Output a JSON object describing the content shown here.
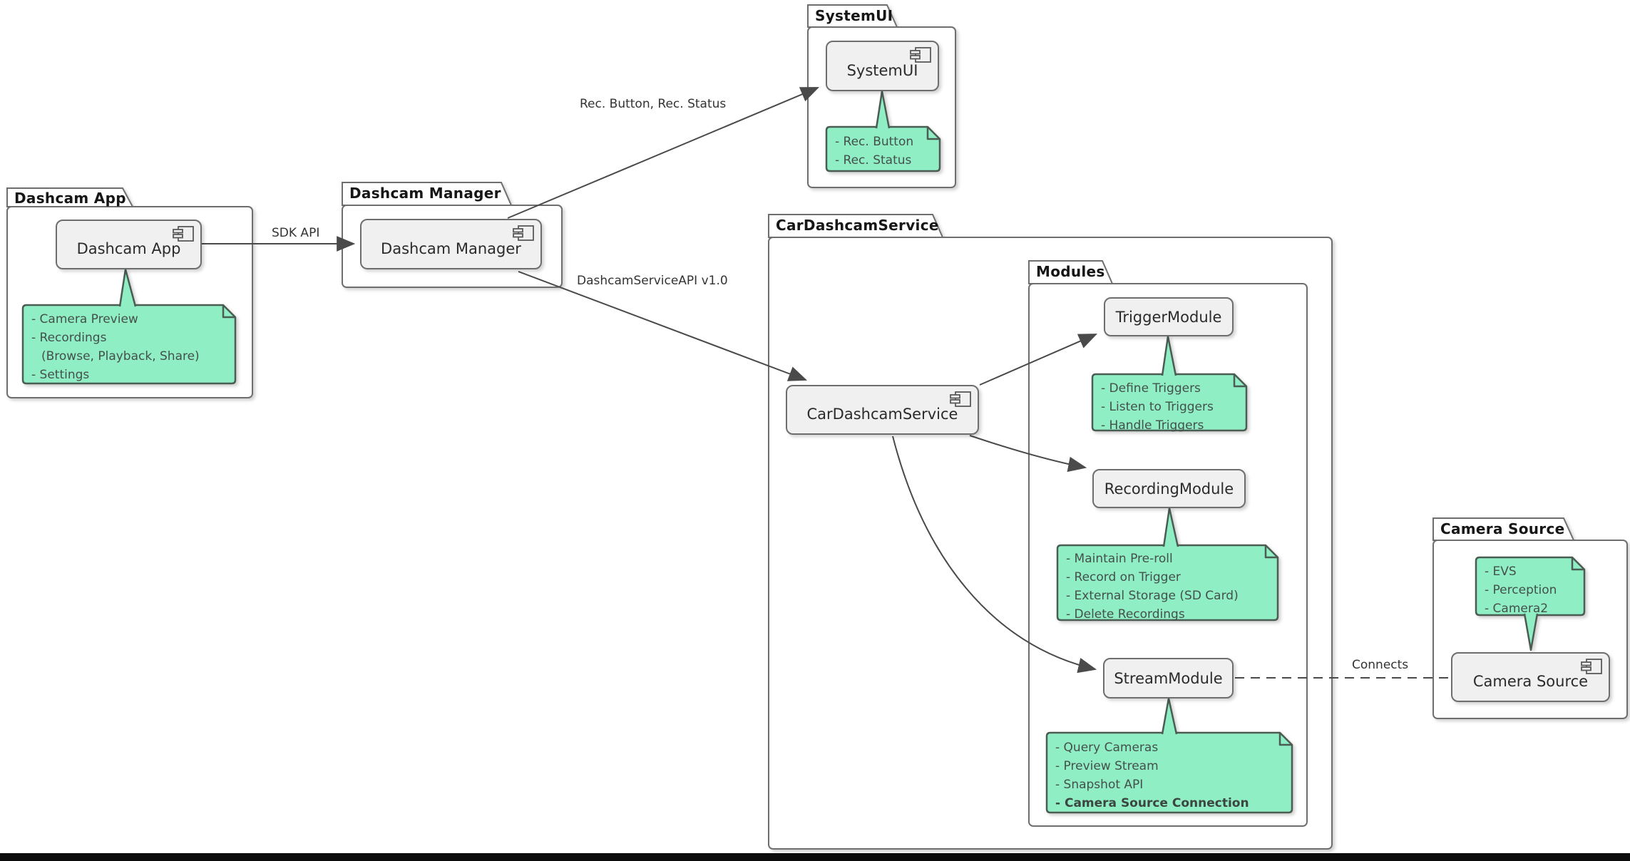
{
  "diagram_type": "uml-component-diagram",
  "colors": {
    "note_fill": "#90EEC5",
    "note_border": "#4B5B53",
    "component_fill": "#F0F0F0",
    "component_border": "#6E6E6E",
    "package_border": "#6E6E6E",
    "arrow": "#4A4A4A"
  },
  "packages": {
    "dashcam_app": {
      "title": "Dashcam App"
    },
    "dashcam_manager": {
      "title": "Dashcam Manager"
    },
    "systemui": {
      "title": "SystemUI"
    },
    "car_dashcam_service": {
      "title": "CarDashcamService"
    },
    "modules": {
      "title": "Modules"
    },
    "camera_source": {
      "title": "Camera Source"
    }
  },
  "components": {
    "dashcam_app": {
      "label": "Dashcam App"
    },
    "dashcam_manager": {
      "label": "Dashcam Manager"
    },
    "systemui": {
      "label": "SystemUI"
    },
    "car_dashcam_service": {
      "label": "CarDashcamService"
    },
    "trigger_module": {
      "label": "TriggerModule"
    },
    "recording_module": {
      "label": "RecordingModule"
    },
    "stream_module": {
      "label": "StreamModule"
    },
    "camera_source": {
      "label": "Camera Source"
    }
  },
  "notes": {
    "dashcam_app": {
      "lines": [
        "- Camera Preview",
        "- Recordings",
        "(Browse, Playback, Share)",
        "- Settings"
      ]
    },
    "systemui": {
      "lines": [
        "- Rec. Button",
        "- Rec. Status"
      ]
    },
    "trigger_module": {
      "lines": [
        "- Define Triggers",
        "- Listen to Triggers",
        "- Handle Triggers"
      ]
    },
    "recording_module": {
      "lines": [
        "- Maintain Pre-roll",
        "- Record on Trigger",
        "- External Storage (SD Card)",
        "- Delete Recordings"
      ]
    },
    "stream_module": {
      "lines": [
        "- Query Cameras",
        "- Preview Stream",
        "- Snapshot API",
        "- Camera Source Connection"
      ]
    },
    "camera_source": {
      "lines": [
        "- EVS",
        "- Perception",
        "- Camera2"
      ]
    }
  },
  "edges": {
    "sdk_api": {
      "label": "SDK API"
    },
    "rec_button_status": {
      "label": "Rec. Button, Rec. Status"
    },
    "dashcam_service_api": {
      "label": "DashcamServiceAPI v1.0"
    },
    "connects": {
      "label": "Connects"
    }
  }
}
